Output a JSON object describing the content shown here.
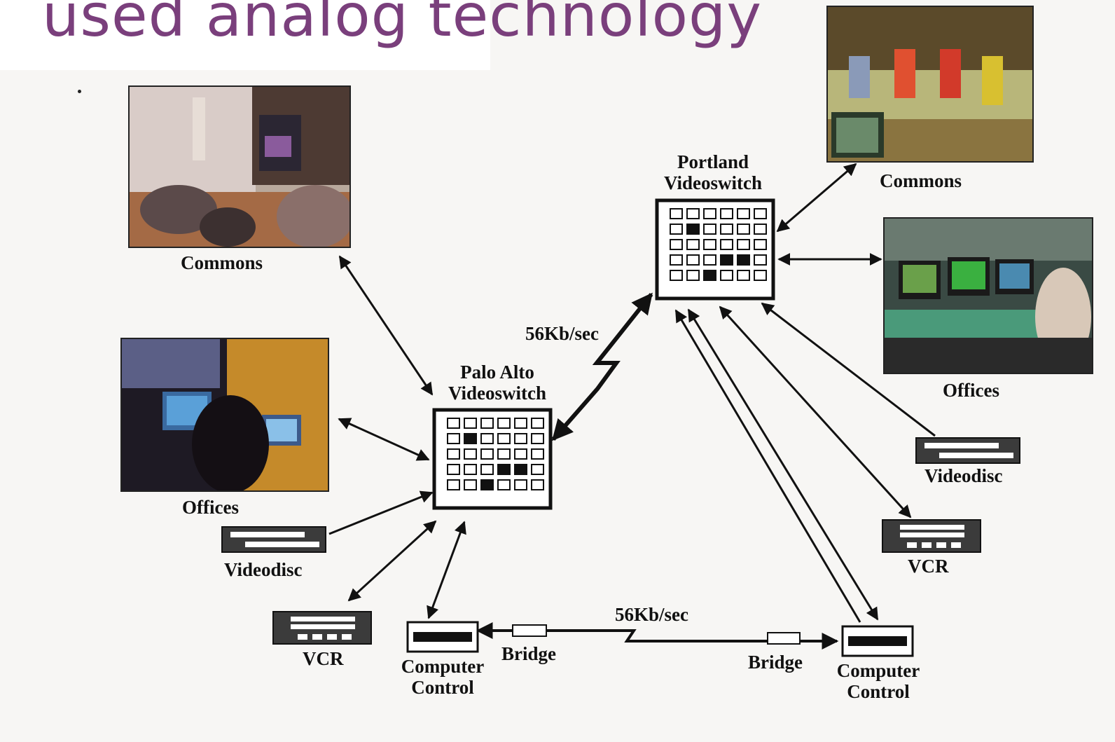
{
  "slide": {
    "title": "used analog technology"
  },
  "diagram": {
    "palo_alto_switch_label": "Palo Alto\nVideoswitch",
    "portland_switch_label": "Portland\nVideoswitch",
    "link_speed_top": "56Kb/sec",
    "link_speed_bottom": "56Kb/sec",
    "left": {
      "commons_label": "Commons",
      "offices_label": "Offices",
      "videodisc_label": "Videodisc",
      "vcr_label": "VCR",
      "computer_control_label": "Computer\nControl",
      "bridge_label": "Bridge"
    },
    "right": {
      "commons_label": "Commons",
      "offices_label": "Offices",
      "videodisc_label": "Videodisc",
      "vcr_label": "VCR",
      "computer_control_label": "Computer\nControl",
      "bridge_label": "Bridge"
    }
  }
}
